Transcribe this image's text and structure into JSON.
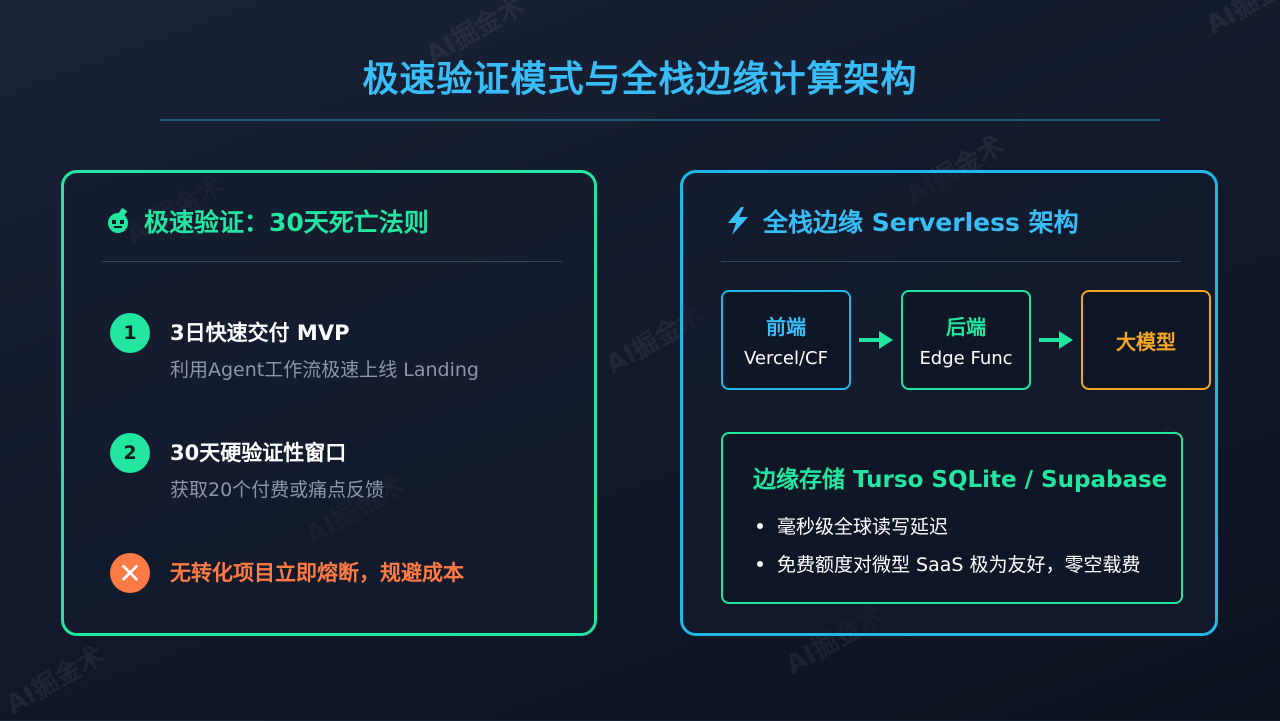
{
  "slide": {
    "title": "极速验证模式与全栈边缘计算架构",
    "watermark": "AI掘金术"
  },
  "left_panel": {
    "heading": "极速验证：30天死亡法则",
    "heading_icon": "bomb-icon",
    "items": [
      {
        "number": "1",
        "title": "3日快速交付 MVP",
        "subtitle": "利用Agent工作流极速上线 Landing"
      },
      {
        "number": "2",
        "title": "30天硬验证性窗口",
        "subtitle": "获取20个付费或痛点反馈"
      }
    ],
    "warning": {
      "icon": "x-circle-icon",
      "text": "无转化项目立即熔断，规避成本"
    },
    "accent_color": "#22e6a0",
    "warning_color": "#ff7a45"
  },
  "right_panel": {
    "heading": "全栈边缘 Serverless 架构",
    "heading_icon": "lightning-icon",
    "flow": [
      {
        "title": "前端",
        "subtitle": "Vercel/CF"
      },
      {
        "title": "后端",
        "subtitle": "Edge Func"
      },
      {
        "title": "大模型",
        "subtitle": ""
      }
    ],
    "storage": {
      "title": "边缘存储 Turso SQLite / Supabase",
      "bullets": [
        "毫秒级全球读写延迟",
        "免费额度对微型 SaaS 极为友好，零空载费"
      ]
    },
    "accent_color": "#38bdf8",
    "llm_color": "#f5a623"
  }
}
